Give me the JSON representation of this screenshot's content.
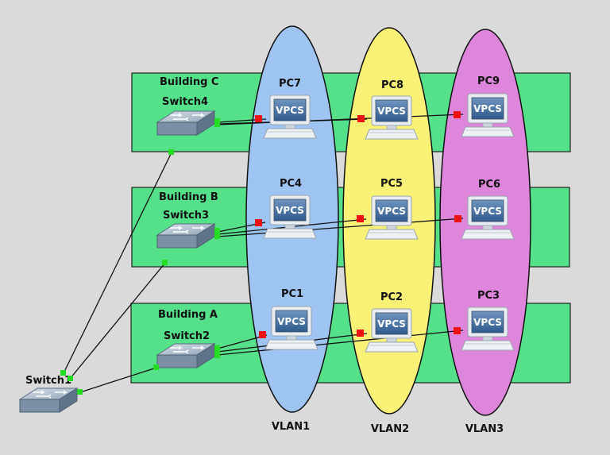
{
  "colors": {
    "background": "#dadada",
    "building": "#55e08a",
    "vlan1": "#9ec4f2",
    "vlan2": "#faf277",
    "vlan3": "#dd86dc",
    "port_up": "#22dd22",
    "port_blocked": "#ee1111"
  },
  "buildings": [
    {
      "id": "c",
      "label": "Building C",
      "switch": "Switch4"
    },
    {
      "id": "b",
      "label": "Building B",
      "switch": "Switch3"
    },
    {
      "id": "a",
      "label": "Building A",
      "switch": "Switch2"
    }
  ],
  "core_switch": {
    "label": "Switch1"
  },
  "vlans": [
    {
      "id": "vlan1",
      "label": "VLAN1"
    },
    {
      "id": "vlan2",
      "label": "VLAN2"
    },
    {
      "id": "vlan3",
      "label": "VLAN3"
    }
  ],
  "pcs": {
    "pc7": {
      "label": "PC7",
      "screen": "VPCS"
    },
    "pc8": {
      "label": "PC8",
      "screen": "VPCS"
    },
    "pc9": {
      "label": "PC9",
      "screen": "VPCS"
    },
    "pc4": {
      "label": "PC4",
      "screen": "VPCS"
    },
    "pc5": {
      "label": "PC5",
      "screen": "VPCS"
    },
    "pc6": {
      "label": "PC6",
      "screen": "VPCS"
    },
    "pc1": {
      "label": "PC1",
      "screen": "VPCS"
    },
    "pc2": {
      "label": "PC2",
      "screen": "VPCS"
    },
    "pc3": {
      "label": "PC3",
      "screen": "VPCS"
    }
  }
}
